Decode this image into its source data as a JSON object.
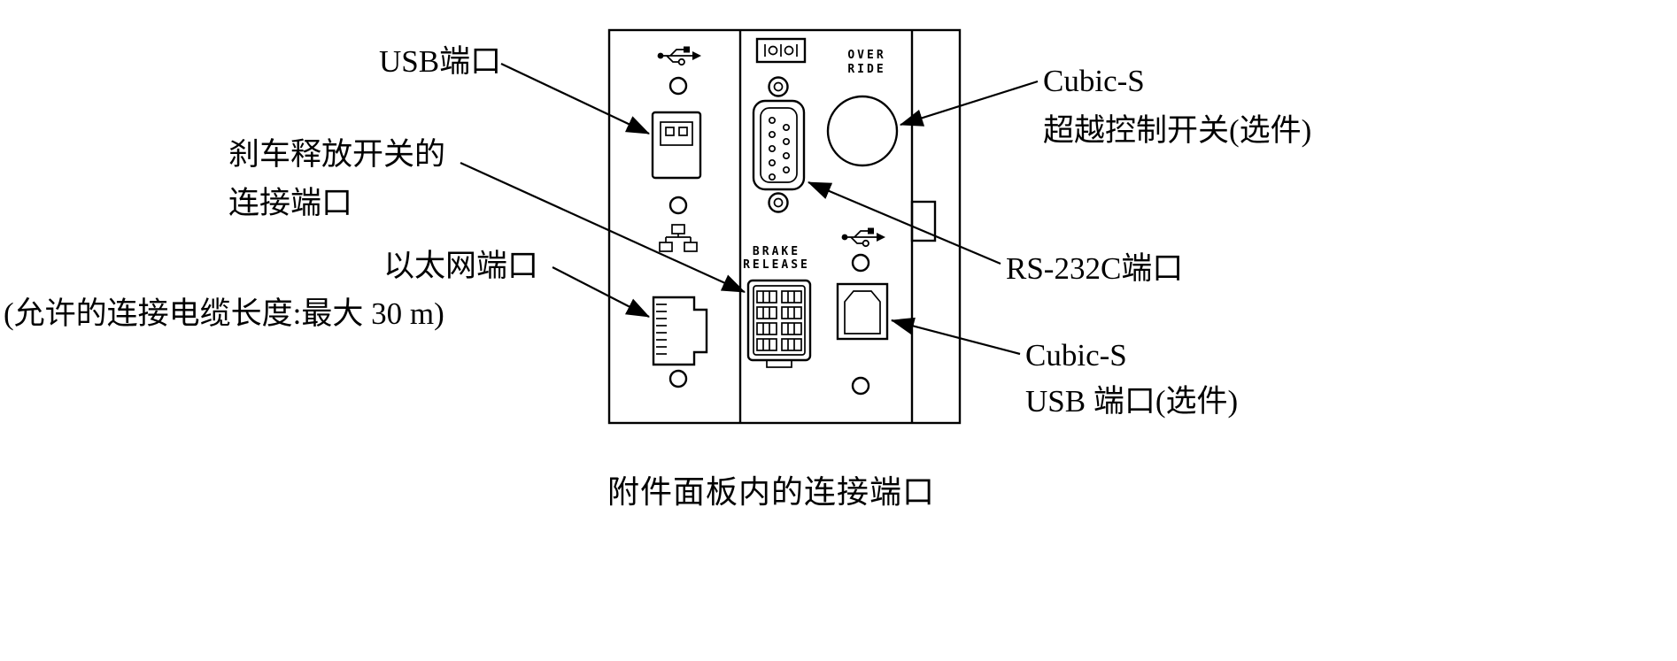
{
  "figure": {
    "caption": "附件面板内的连接端口",
    "callouts": {
      "usb_port": "USB端口",
      "brake_line1": "刹车释放开关的",
      "brake_line2": "连接端口",
      "ethernet_port": "以太网端口",
      "ethernet_note": "(允许的连接电缆长度:最大 30 m)",
      "override_line1": "Cubic-S",
      "override_line2": "超越控制开关(选件)",
      "rs232c_port": "RS-232C端口",
      "cubic_usb_line1": "Cubic-S",
      "cubic_usb_line2": "USB 端口(选件)"
    },
    "panel_labels": {
      "override_l1": "OVER",
      "override_l2": "RIDE",
      "brake_l1": "BRAKE",
      "brake_l2": "RELEASE"
    },
    "icons": {
      "usb": "usb-trident-icon",
      "ethernet": "ethernet-nodes-icon",
      "serial": "serial-port-icon"
    },
    "colors": {
      "ink": "#000000",
      "paper": "#ffffff"
    }
  }
}
